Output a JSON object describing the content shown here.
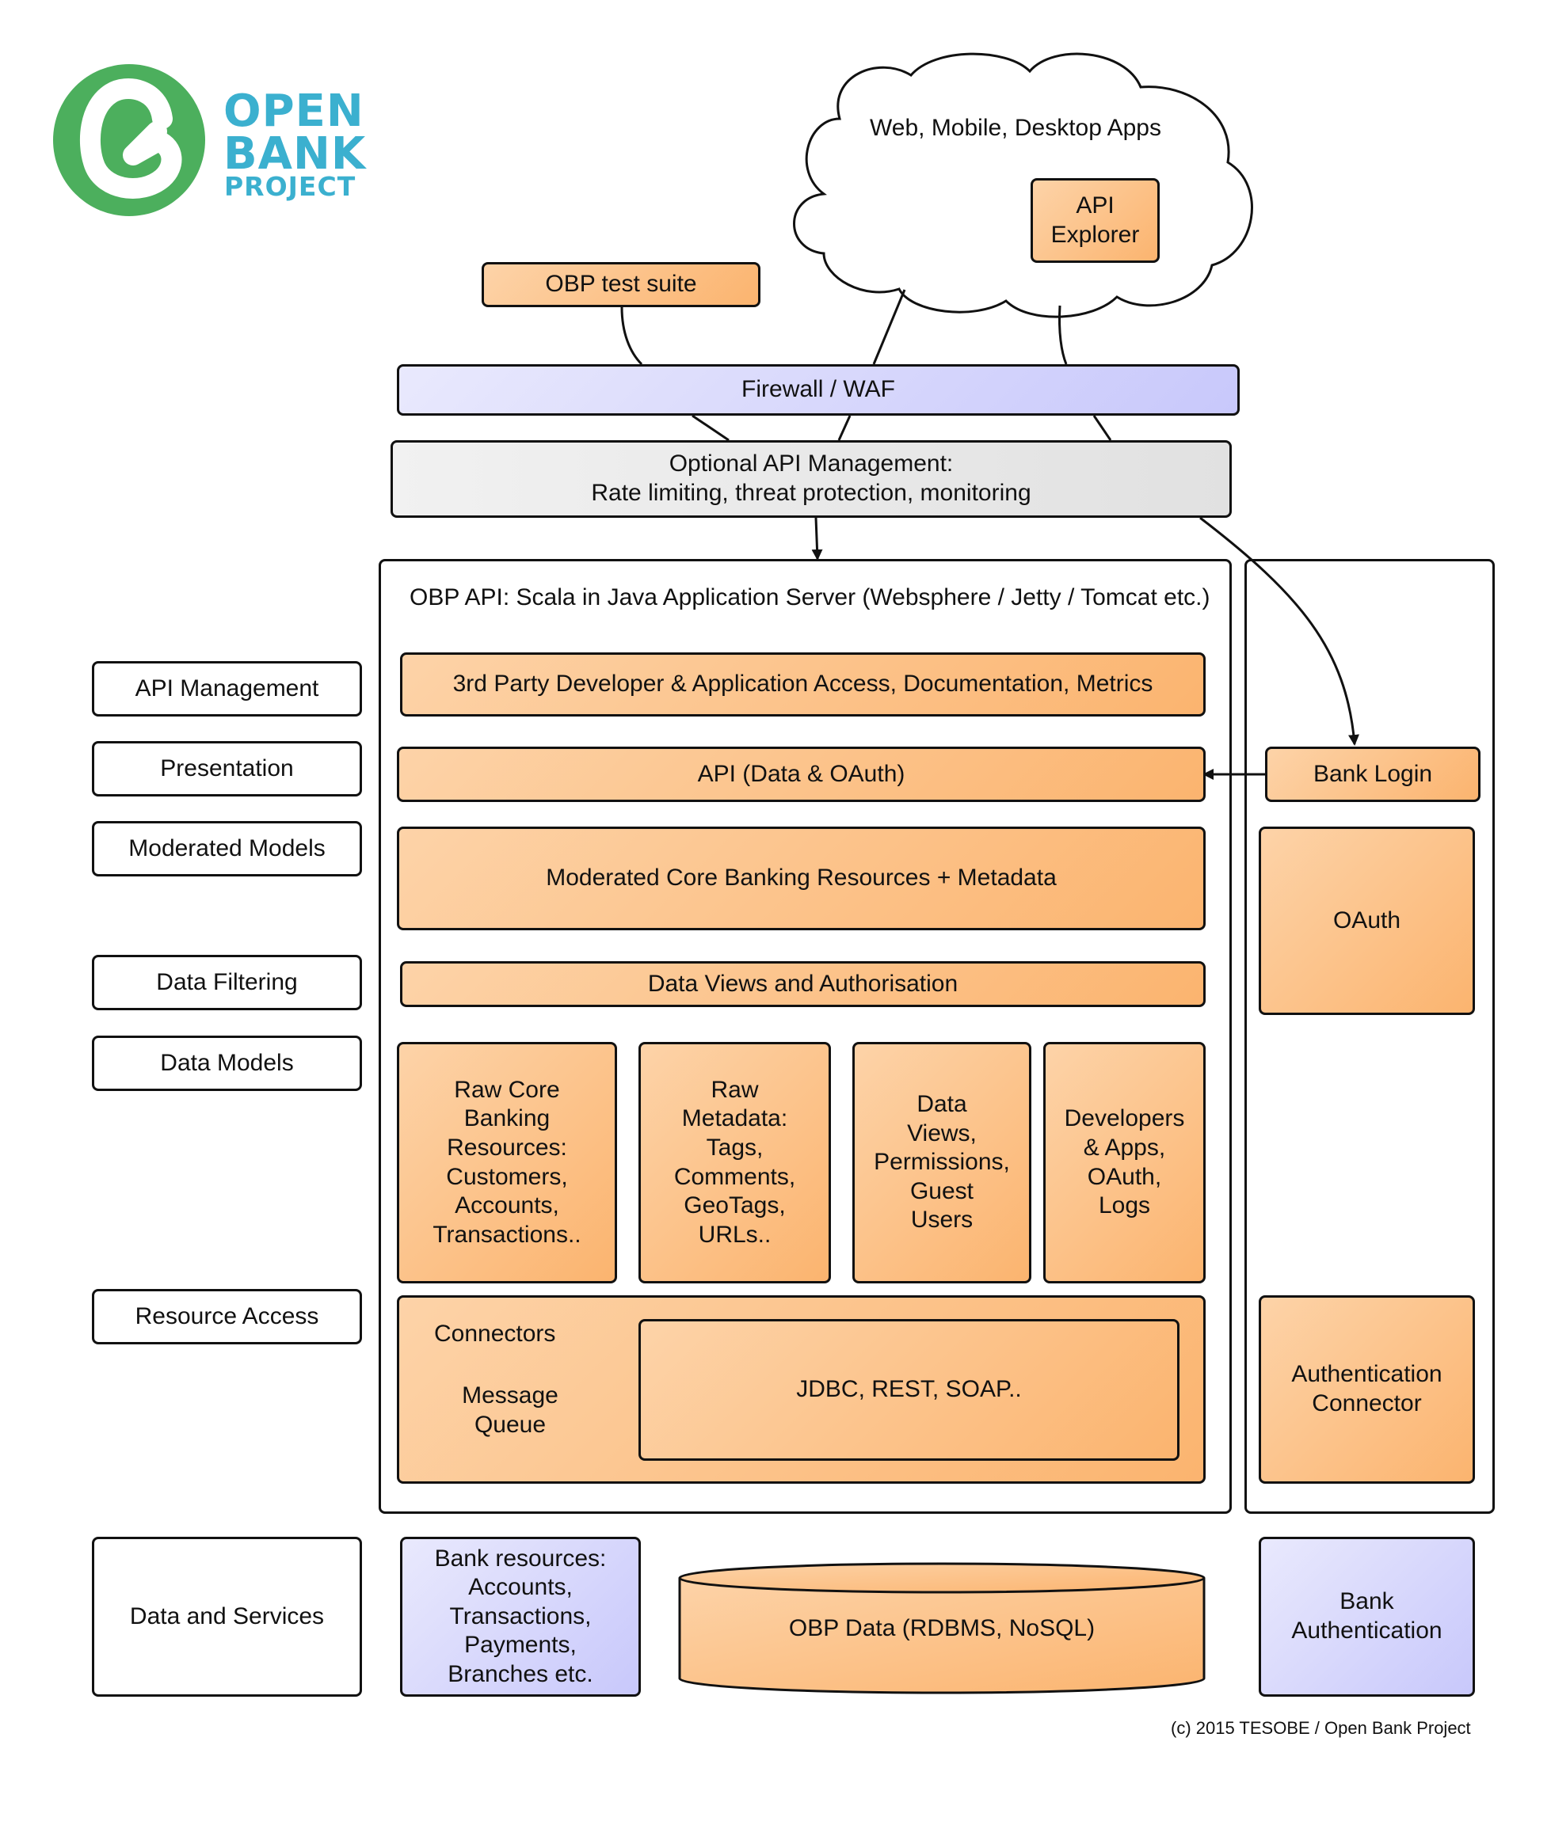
{
  "logo": {
    "line1": "OPEN",
    "line2": "BANK",
    "line3": "PROJECT",
    "green": "#4caf5d",
    "blue": "#3bb0cf"
  },
  "cloud": {
    "label": "Web, Mobile, Desktop Apps",
    "api_explorer": "API\nExplorer"
  },
  "obp_test_suite": "OBP test suite",
  "firewall": "Firewall / WAF",
  "api_management_optional": "Optional API Management:\nRate limiting, threat protection, monitoring",
  "obp_api_title": "OBP API: Scala in Java Application Server (Websphere / Jetty / Tomcat etc.)",
  "layers": {
    "api_management": "API Management",
    "presentation": "Presentation",
    "moderated_models": "Moderated Models",
    "data_filtering": "Data Filtering",
    "data_models": "Data Models",
    "resource_access": "Resource Access",
    "data_and_services": "Data and Services"
  },
  "components": {
    "third_party": "3rd Party Developer & Application Access, Documentation, Metrics",
    "api_data_oauth": "API (Data & OAuth)",
    "moderated_core": "Moderated Core Banking Resources + Metadata",
    "data_views_auth": "Data Views and Authorisation",
    "raw_core": "Raw Core\nBanking\nResources:\nCustomers,\nAccounts,\nTransactions..",
    "raw_metadata": "Raw\nMetadata:\nTags,\nComments,\nGeoTags,\nURLs..",
    "data_views_perms": "Data\nViews,\nPermissions,\nGuest\nUsers",
    "developers_apps": "Developers\n& Apps,\nOAuth,\nLogs",
    "connectors": "Connectors",
    "message_queue": "Message\nQueue",
    "jdbc": "JDBC, REST, SOAP.."
  },
  "right_column": {
    "bank_login": "Bank Login",
    "oauth": "OAuth",
    "auth_connector": "Authentication\nConnector",
    "bank_auth": "Bank\nAuthentication"
  },
  "data_services": {
    "bank_resources": "Bank resources:\nAccounts,\nTransactions,\nPayments,\nBranches etc.",
    "obp_data": "OBP Data (RDBMS, NoSQL)"
  },
  "copyright": "(c) 2015 TESOBE / Open Bank Project",
  "colors": {
    "orange_light": "#fdd3a8",
    "orange_dark": "#fbb46f",
    "purple_light": "#e9e9fd",
    "purple_dark": "#c8c8fb",
    "grey": "#e8e8e8"
  }
}
